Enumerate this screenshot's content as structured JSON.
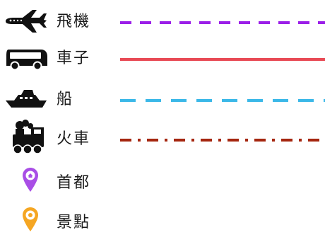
{
  "legend": {
    "items": [
      {
        "label": "飛機",
        "icon": "airplane-icon",
        "line_style": "dashed",
        "color": "#9b1fe8"
      },
      {
        "label": "車子",
        "icon": "bus-icon",
        "line_style": "solid",
        "color": "#e84a55"
      },
      {
        "label": "船",
        "icon": "ship-icon",
        "line_style": "long-dashed",
        "color": "#3bb8e8"
      },
      {
        "label": "火車",
        "icon": "train-icon",
        "line_style": "dash-dot",
        "color": "#a5260f"
      },
      {
        "label": "首都",
        "icon": "capital-marker-icon",
        "line_style": "none",
        "color": "#a94ee6"
      },
      {
        "label": "景點",
        "icon": "attraction-marker-icon",
        "line_style": "none",
        "color": "#f5a623"
      }
    ]
  }
}
